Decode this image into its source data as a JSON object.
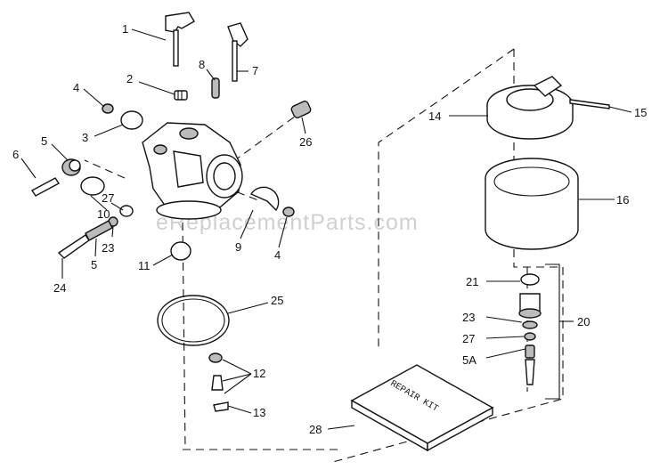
{
  "watermark": "eReplacementParts.com",
  "kit_text": "REPAIR KIT",
  "callouts": [
    {
      "id": "c1",
      "label": "1"
    },
    {
      "id": "c2",
      "label": "2"
    },
    {
      "id": "c3",
      "label": "3"
    },
    {
      "id": "c4a",
      "label": "4"
    },
    {
      "id": "c4b",
      "label": "4"
    },
    {
      "id": "c5a",
      "label": "5"
    },
    {
      "id": "c5b",
      "label": "5"
    },
    {
      "id": "c6",
      "label": "6"
    },
    {
      "id": "c7",
      "label": "7"
    },
    {
      "id": "c8",
      "label": "8"
    },
    {
      "id": "c9",
      "label": "9"
    },
    {
      "id": "c10",
      "label": "10"
    },
    {
      "id": "c11",
      "label": "11"
    },
    {
      "id": "c12",
      "label": "12"
    },
    {
      "id": "c13",
      "label": "13"
    },
    {
      "id": "c14",
      "label": "14"
    },
    {
      "id": "c15",
      "label": "15"
    },
    {
      "id": "c16",
      "label": "16"
    },
    {
      "id": "c20",
      "label": "20"
    },
    {
      "id": "c21",
      "label": "21"
    },
    {
      "id": "c23a",
      "label": "23"
    },
    {
      "id": "c23b",
      "label": "23"
    },
    {
      "id": "c24",
      "label": "24"
    },
    {
      "id": "c25",
      "label": "25"
    },
    {
      "id": "c26",
      "label": "26"
    },
    {
      "id": "c27a",
      "label": "27"
    },
    {
      "id": "c27b",
      "label": "27"
    },
    {
      "id": "c28",
      "label": "28"
    },
    {
      "id": "c5A",
      "label": "5A"
    }
  ]
}
